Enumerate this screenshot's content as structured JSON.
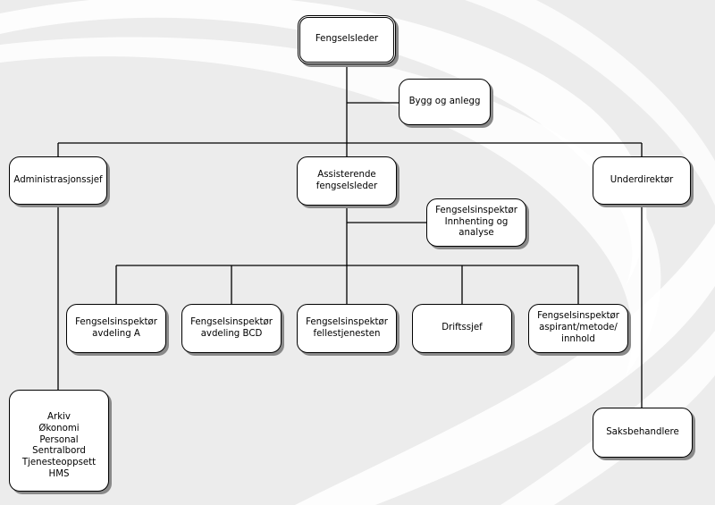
{
  "org_chart": {
    "root": "Fengselsleder",
    "staff_root": "Bygg og anlegg",
    "level1": {
      "left": "Administrasjonssjef",
      "center": "Assisterende\nfengselsleder",
      "right": "Underdirektør"
    },
    "staff_center": "Fengselsinspektør\nInnhenting og analyse",
    "level2": [
      "Fengselsinspektør\navdeling A",
      "Fengselsinspektør\navdeling BCD",
      "Fengselsinspektør\nfellestjenesten",
      "Driftssjef",
      "Fengselsinspektør\naspirant/metode/\ninnhold"
    ],
    "admin_list": "Arkiv\nØkonomi\nPersonal\nSentralbord\nTjenesteoppsett\nHMS",
    "right_sub": "Saksbehandlere"
  },
  "colors": {
    "background": "#ececec",
    "swoosh": "#ffffff",
    "box_fill": "#ffffff",
    "shadow": "#8a8a8a",
    "line": "#000000"
  }
}
